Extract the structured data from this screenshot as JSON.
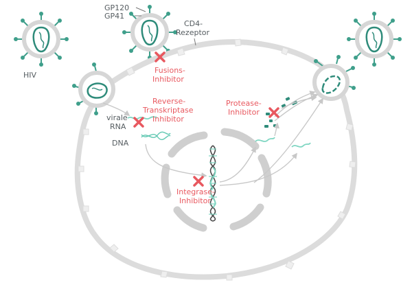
{
  "colors": {
    "membrane": "#dcdcdc",
    "membrane_edge": "#c9c9c9",
    "receptor": "#efefef",
    "virus_green": "#2e8b7a",
    "spike_green": "#3f9f8b",
    "rna_light": "#7fd6c2",
    "nucleus": "#cfcfcf",
    "dna_dark": "#4a4a4a",
    "inhibitor_red": "#e8585f",
    "label_gray": "#555c60",
    "arrow_gray": "#c8c8c8"
  },
  "labels": {
    "gp120": "GP120",
    "gp41": "GP41",
    "cd4_line1": "CD4-",
    "cd4_line2": "Rezeptor",
    "hiv": "HIV",
    "viral_rna_line1": "virale",
    "viral_rna_line2": "RNA",
    "dna": "DNA"
  },
  "inhibitors": {
    "fusion_line1": "Fusions-",
    "fusion_line2": "Inhibitor",
    "rt_line1": "Reverse-",
    "rt_line2": "Transkriptase",
    "rt_line3": "Inhibitor",
    "integrase_line1": "Integrase-",
    "integrase_line2": "Inhibitor",
    "protease_line1": "Protease-",
    "protease_line2": "Inhibitor"
  },
  "icons": {
    "virus": "hiv-virus-icon",
    "block": "red-x-icon",
    "dna": "dna-helix-icon"
  }
}
